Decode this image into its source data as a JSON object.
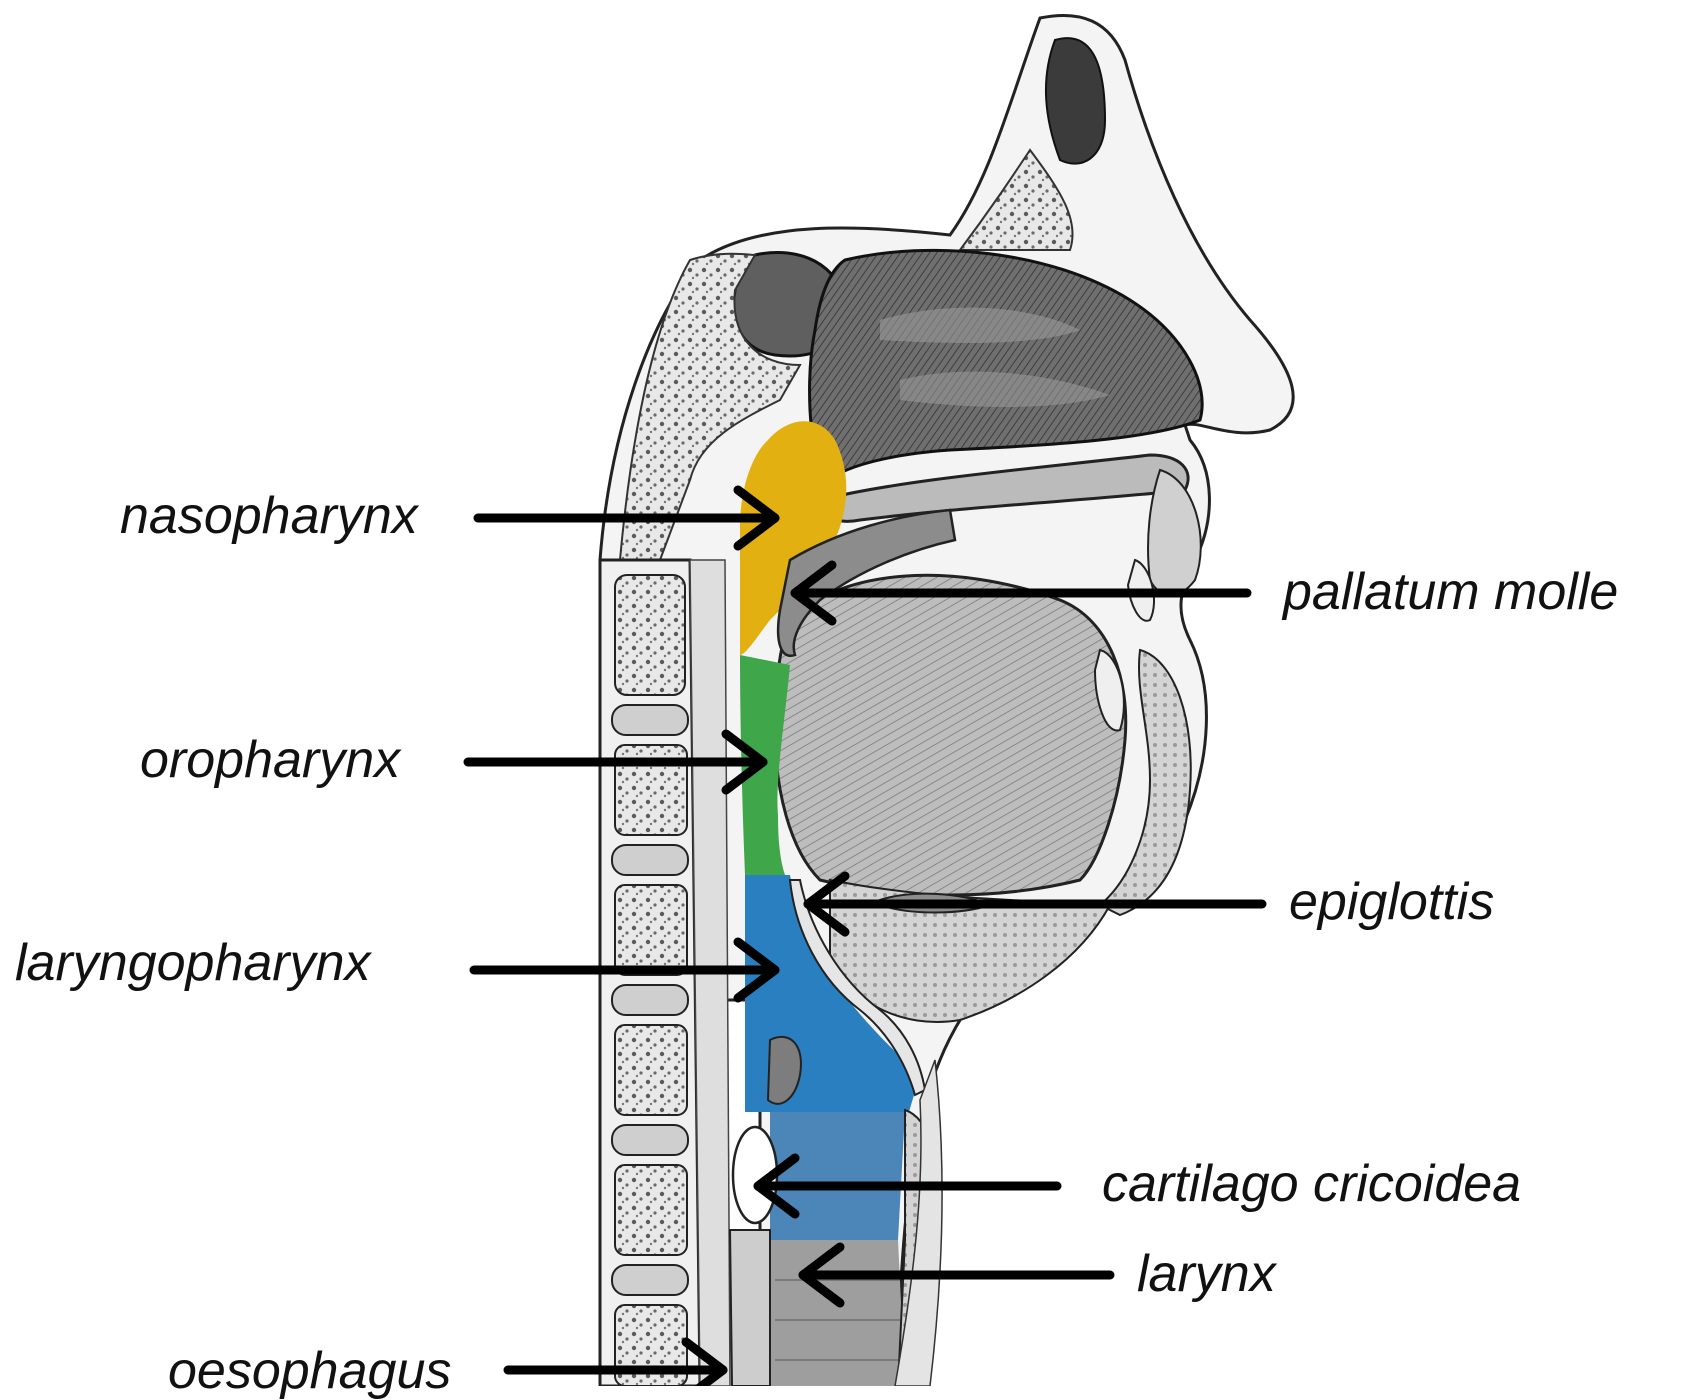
{
  "labels": {
    "nasopharynx": "nasopharynx",
    "pallatum_molle": "pallatum molle",
    "oropharynx": "oropharynx",
    "epiglottis": "epiglottis",
    "laryngopharynx": "laryngopharynx",
    "cartilago_cricoidea": "cartilago cricoidea",
    "larynx": "larynx",
    "oesophagus": "oesophagus"
  },
  "colors": {
    "nasopharynx": "#E3B012",
    "oropharynx": "#3FA64A",
    "laryngopharynx": "#2A7FC1",
    "larynx_region": "#4C86B8",
    "larynx_gray": "#9E9E9E",
    "arrow": "#000000",
    "tissue_dark": "#4a4a4a",
    "tissue_mid": "#8a8a8a",
    "tissue_light": "#d9d9d9",
    "bone": "#c9c9c9"
  }
}
